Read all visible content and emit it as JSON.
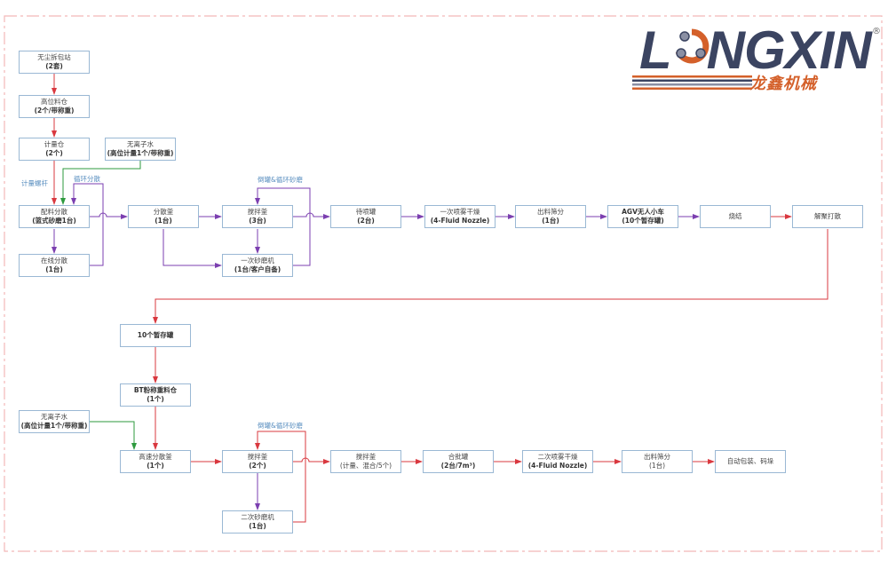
{
  "logo": {
    "brand": "LONGXIN",
    "brand_prefix": "L",
    "brand_suffix": "NGXIN",
    "chinese": "龙鑫机械",
    "registered": "®"
  },
  "colors": {
    "red_flow": "#d9383f",
    "purple_flow": "#7b3fb0",
    "green_flow": "#2e9a3e",
    "box_border": "#9ab8d4",
    "label_blue": "#5a8fc0",
    "frame_dash": "#f2b8b8",
    "logo_navy": "#3b4461",
    "logo_orange": "#d4602a"
  },
  "labels": {
    "metering_screw": "计量螺杆",
    "circulation_dispersion": "循环分散",
    "pour_circ_grind_1": "倒罐&循环砂磨",
    "pour_circ_grind_2": "倒罐&循环砂磨"
  },
  "nodes": {
    "dustfree_unpacking": {
      "line1": "无尘拆包站",
      "line2": "(2套)"
    },
    "high_silo": {
      "line1": "高位料仓",
      "line2": "(2个/带称重)"
    },
    "metering_bin": {
      "line1": "计量仓",
      "line2": "(2个)"
    },
    "di_water_1": {
      "line1": "无离子水",
      "line2": "(高位计量1个/带称重)"
    },
    "batch_dispersion": {
      "line1": "配料分散",
      "line2": "(篮式砂磨1台)"
    },
    "inline_dispersion": {
      "line1": "在线分散",
      "line2": "(1台)"
    },
    "dispersion_kettle": {
      "line1": "分散釜",
      "line2": "(1台)"
    },
    "mixing_kettle_1": {
      "line1": "搅拌釜",
      "line2": "(3台)"
    },
    "primary_sand_mill": {
      "line1": "一次砂磨机",
      "line2": "(1台/客户自备)"
    },
    "spray_wait_tank": {
      "line1": "待喷罐",
      "line2": "(2台)"
    },
    "primary_spray_dryer": {
      "line1": "一次喷雾干燥",
      "line2": "(4-Fluid Nozzle)"
    },
    "discharge_screen_1": {
      "line1": "出料筛分",
      "line2": "(1台)"
    },
    "agv": {
      "line1": "AGV无人小车",
      "line2": "(10个暂存罐)"
    },
    "sintering": {
      "line1": "烧结",
      "line2": ""
    },
    "deagglomeration": {
      "line1": "解聚打散",
      "line2": ""
    },
    "temp_tanks": {
      "line1": "10个暂存罐",
      "line2": ""
    },
    "bt_weigh_bin": {
      "line1": "BT粉称重料仓",
      "line2": "(1个)"
    },
    "di_water_2": {
      "line1": "无离子水",
      "line2": "(高位计量1个/带称重)"
    },
    "high_speed_dispersion": {
      "line1": "高速分散釜",
      "line2": "(1个)"
    },
    "mixing_kettle_2": {
      "line1": "搅拌釜",
      "line2": "(2个)"
    },
    "secondary_sand_mill": {
      "line1": "二次砂磨机",
      "line2": "(1台)"
    },
    "mixing_kettle_3": {
      "line1": "搅拌釜",
      "line2": "(计量、混合/5个)"
    },
    "blending_tank": {
      "line1": "合批罐",
      "line2": "(2台/7m³)"
    },
    "secondary_spray_dryer": {
      "line1": "二次喷雾干燥",
      "line2": "(4-Fluid Nozzle)"
    },
    "discharge_screen_2": {
      "line1": "出料筛分",
      "line2": "(1台)"
    },
    "auto_packing": {
      "line1": "自动包装、码垛",
      "line2": ""
    }
  }
}
